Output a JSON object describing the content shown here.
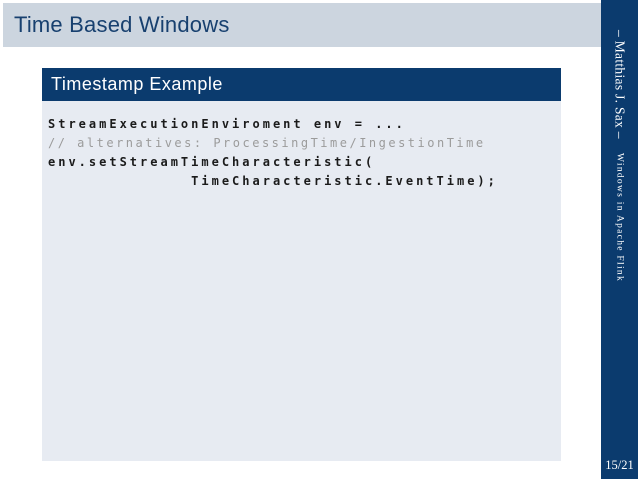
{
  "slide": {
    "title": "Time Based Windows",
    "page_number": "15/21"
  },
  "sidebar": {
    "author": "– Matthias J. Sax –",
    "deck_title": "Windows in Apache Flink"
  },
  "codeblock": {
    "title": "Timestamp Example",
    "lines": [
      "StreamExecutionEnviroment env = ...",
      "// alternatives: ProcessingTime/IngestionTime",
      "env.setStreamTimeCharacteristic(",
      "              TimeCharacteristic.EventTime);"
    ]
  },
  "colors": {
    "navy": "#0b3b6e",
    "frametitle_bg": "#ccd5df",
    "frametitle_text": "#17406f",
    "code_body_bg": "#e7ebf2",
    "code_text": "#1b1b1b",
    "comment_text": "#9b9b9b",
    "sidebar_text": "#ffffff"
  }
}
